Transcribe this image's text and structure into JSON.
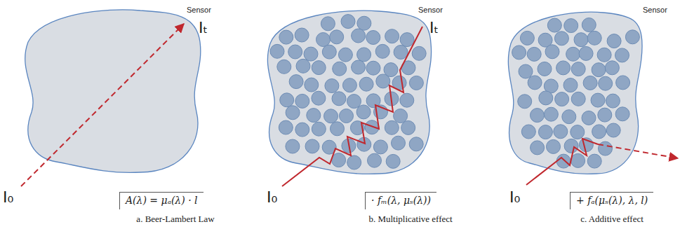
{
  "diagram": {
    "nodes": [
      {
        "text": [
          "A(λ) = μₐ(λ) · l"
        ]
      },
      {
        "text": [
          "· fₘ(λ, μₛ(λ))"
        ]
      },
      {
        "text": [
          "+ fₐ(μₛ(λ), λ, l)"
        ]
      }
    ],
    "labels": [
      "Sensor",
      "Iₜ",
      "I₀",
      "a. Beer-Lambert Law",
      "Sensor",
      "Iₜ",
      "I₀",
      "b. Multiplicative effect",
      "Sensor",
      "I₀",
      "c. Additive effect"
    ]
  }
}
